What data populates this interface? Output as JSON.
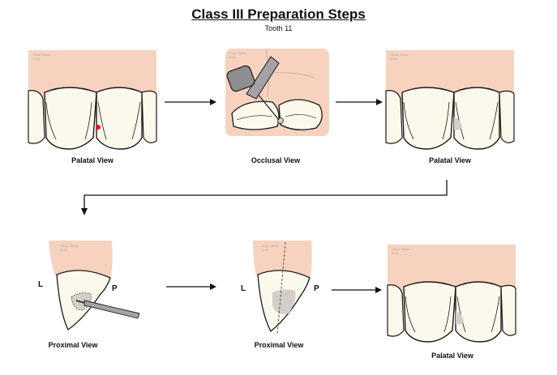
{
  "title": "Class III Preparation Steps",
  "subtitle": "Tooth 11",
  "captions": {
    "step1": "Palatal View",
    "step2": "Occlusal View",
    "step3": "Palatal View",
    "step4": "Proximal View",
    "step5": "Proximal View",
    "step6": "Palatal View"
  },
  "side_labels": {
    "lingual": "L",
    "palatal": "P"
  },
  "watermark": {
    "line1": "Oliver Weiss",
    "line2": "2018"
  },
  "colors": {
    "gum": "#f7d2bf",
    "enamel": "#fbf8ec",
    "cavity": "#d4cfc6",
    "lesion": "#e0141e",
    "outline": "#1a1a1a",
    "instrument": "#a3a3a3"
  }
}
